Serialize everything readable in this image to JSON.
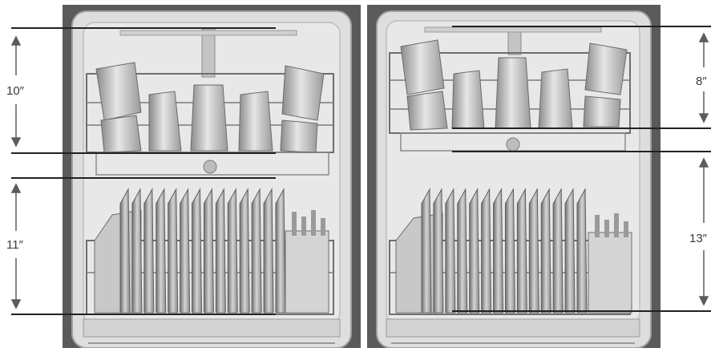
{
  "measurements": {
    "left": {
      "upper_rack_clearance": "10″",
      "lower_rack_clearance": "11″"
    },
    "right": {
      "upper_rack_clearance": "8″",
      "lower_rack_clearance": "13″"
    }
  },
  "colors": {
    "frame": "#5a5a5a",
    "tub": "#dcdcdc",
    "tub_edge": "#9a9a9a",
    "rack_wire": "#6e6e6e",
    "dish": "#b8b8b8",
    "dish_shadow": "#7d7d7d",
    "dimension_line": "#222222",
    "arrow": "#5c5c5c"
  }
}
